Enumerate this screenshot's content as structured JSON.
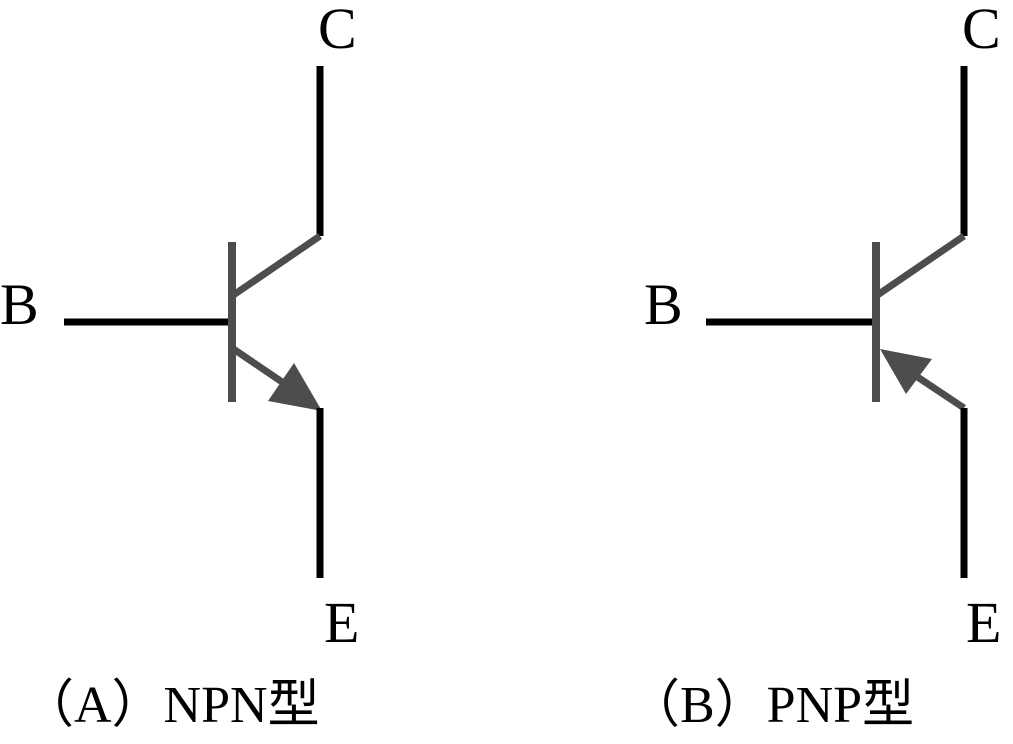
{
  "colors": {
    "lead": "#000000",
    "body": "#4d4d4d",
    "background": "#ffffff"
  },
  "symbols": [
    {
      "kind": "NPN",
      "arrow": "outward",
      "pins": {
        "base": "B",
        "collector": "C",
        "emitter": "E"
      },
      "caption": "（A）NPN型"
    },
    {
      "kind": "PNP",
      "arrow": "inward",
      "pins": {
        "base": "B",
        "collector": "C",
        "emitter": "E"
      },
      "caption": "（B）PNP型"
    }
  ]
}
